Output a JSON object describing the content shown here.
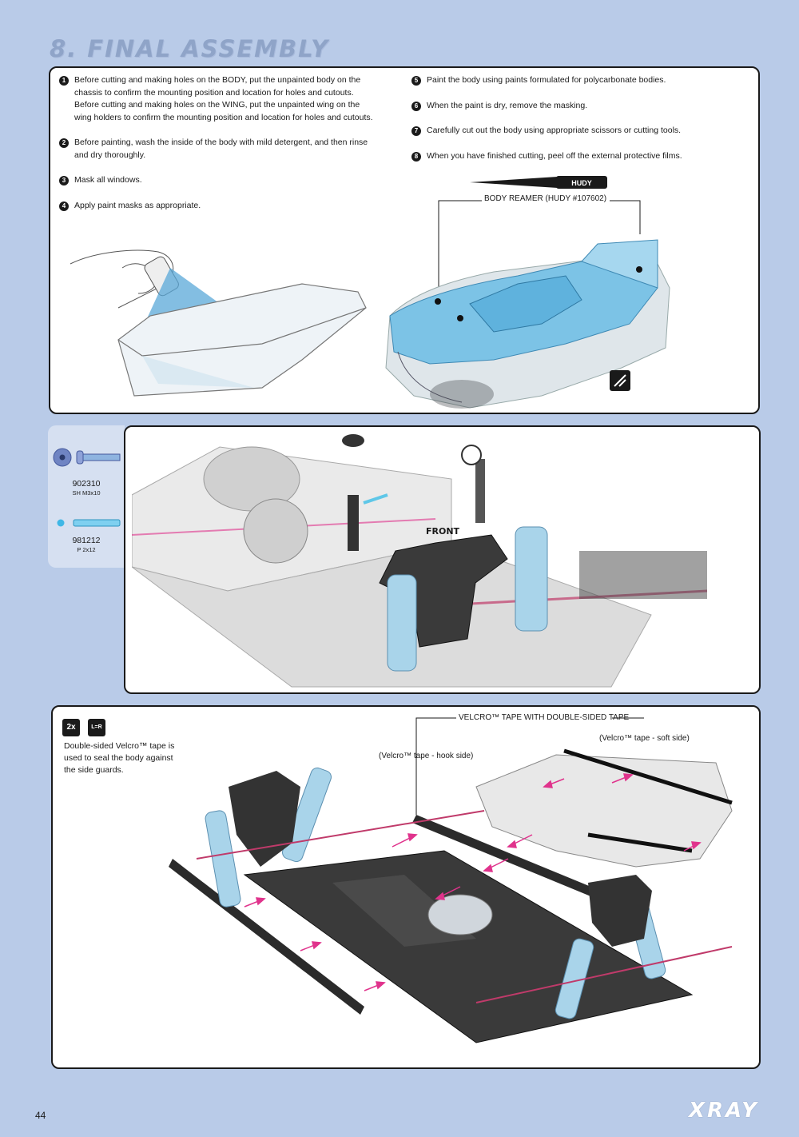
{
  "title": "8. FINAL ASSEMBLY",
  "panel1": {
    "steps_left": [
      {
        "num": "1",
        "text": "Before cutting and making holes on the BODY, put the unpainted body on the chassis to confirm the mounting position and location for holes and cutouts. Before cutting and making holes on the WING, put the unpainted wing on the wing holders to confirm the mounting position and location for holes and cutouts."
      },
      {
        "num": "2",
        "text": "Before painting, wash the inside of the body with mild detergent, and then rinse and dry thoroughly."
      },
      {
        "num": "3",
        "text": "Mask all windows."
      },
      {
        "num": "4",
        "text": "Apply paint masks as appropriate."
      }
    ],
    "steps_right": [
      {
        "num": "5",
        "text": "Paint the body using paints formulated for polycarbonate bodies."
      },
      {
        "num": "6",
        "text": "When the paint is dry, remove the masking."
      },
      {
        "num": "7",
        "text": "Carefully cut out the body using appropriate scissors or cutting tools."
      },
      {
        "num": "8",
        "text": "When you have finished cutting, peel off the external protective films."
      }
    ],
    "reamer_label": "BODY REAMER (HUDY #107602)",
    "reamer_brand": "HUDY",
    "body_color": "#7cc3e6"
  },
  "parts": [
    {
      "code": "902310",
      "desc": "SH M3x10"
    },
    {
      "code": "981212",
      "desc": "P 2x12"
    }
  ],
  "panel2": {
    "front_label": "FRONT"
  },
  "panel3": {
    "qty_badge": "2x",
    "lr_badge": "L=R",
    "note": "Double-sided Velcro™ tape is used to seal the body against the side guards.",
    "velcro_title": "VELCRO™ TAPE WITH DOUBLE-SIDED TAPE",
    "hook_side": "(Velcro™ tape - hook side)",
    "soft_side": "(Velcro™ tape - soft side)"
  },
  "footer": {
    "page_number": "44",
    "logo": "XRAY"
  },
  "colors": {
    "background": "#b9cbe8",
    "title": "#8fa4c8",
    "arrow": "#e0338c",
    "carbon": "#3a3a3a",
    "shock": "#a9d4ea"
  }
}
